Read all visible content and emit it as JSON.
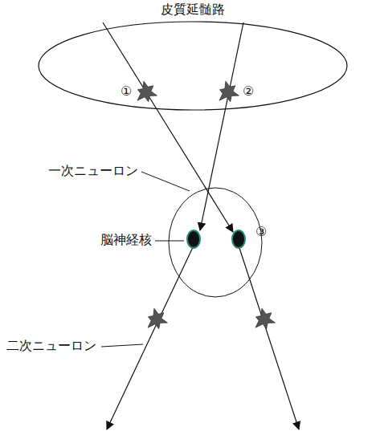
{
  "diagram": {
    "nodes": [
      {
        "text": [
          "皮質延髄路"
        ]
      }
    ],
    "labels": [
      "①",
      "②",
      "一次ニューロン",
      "脳神経核",
      "③",
      "二次ニューロン"
    ]
  }
}
